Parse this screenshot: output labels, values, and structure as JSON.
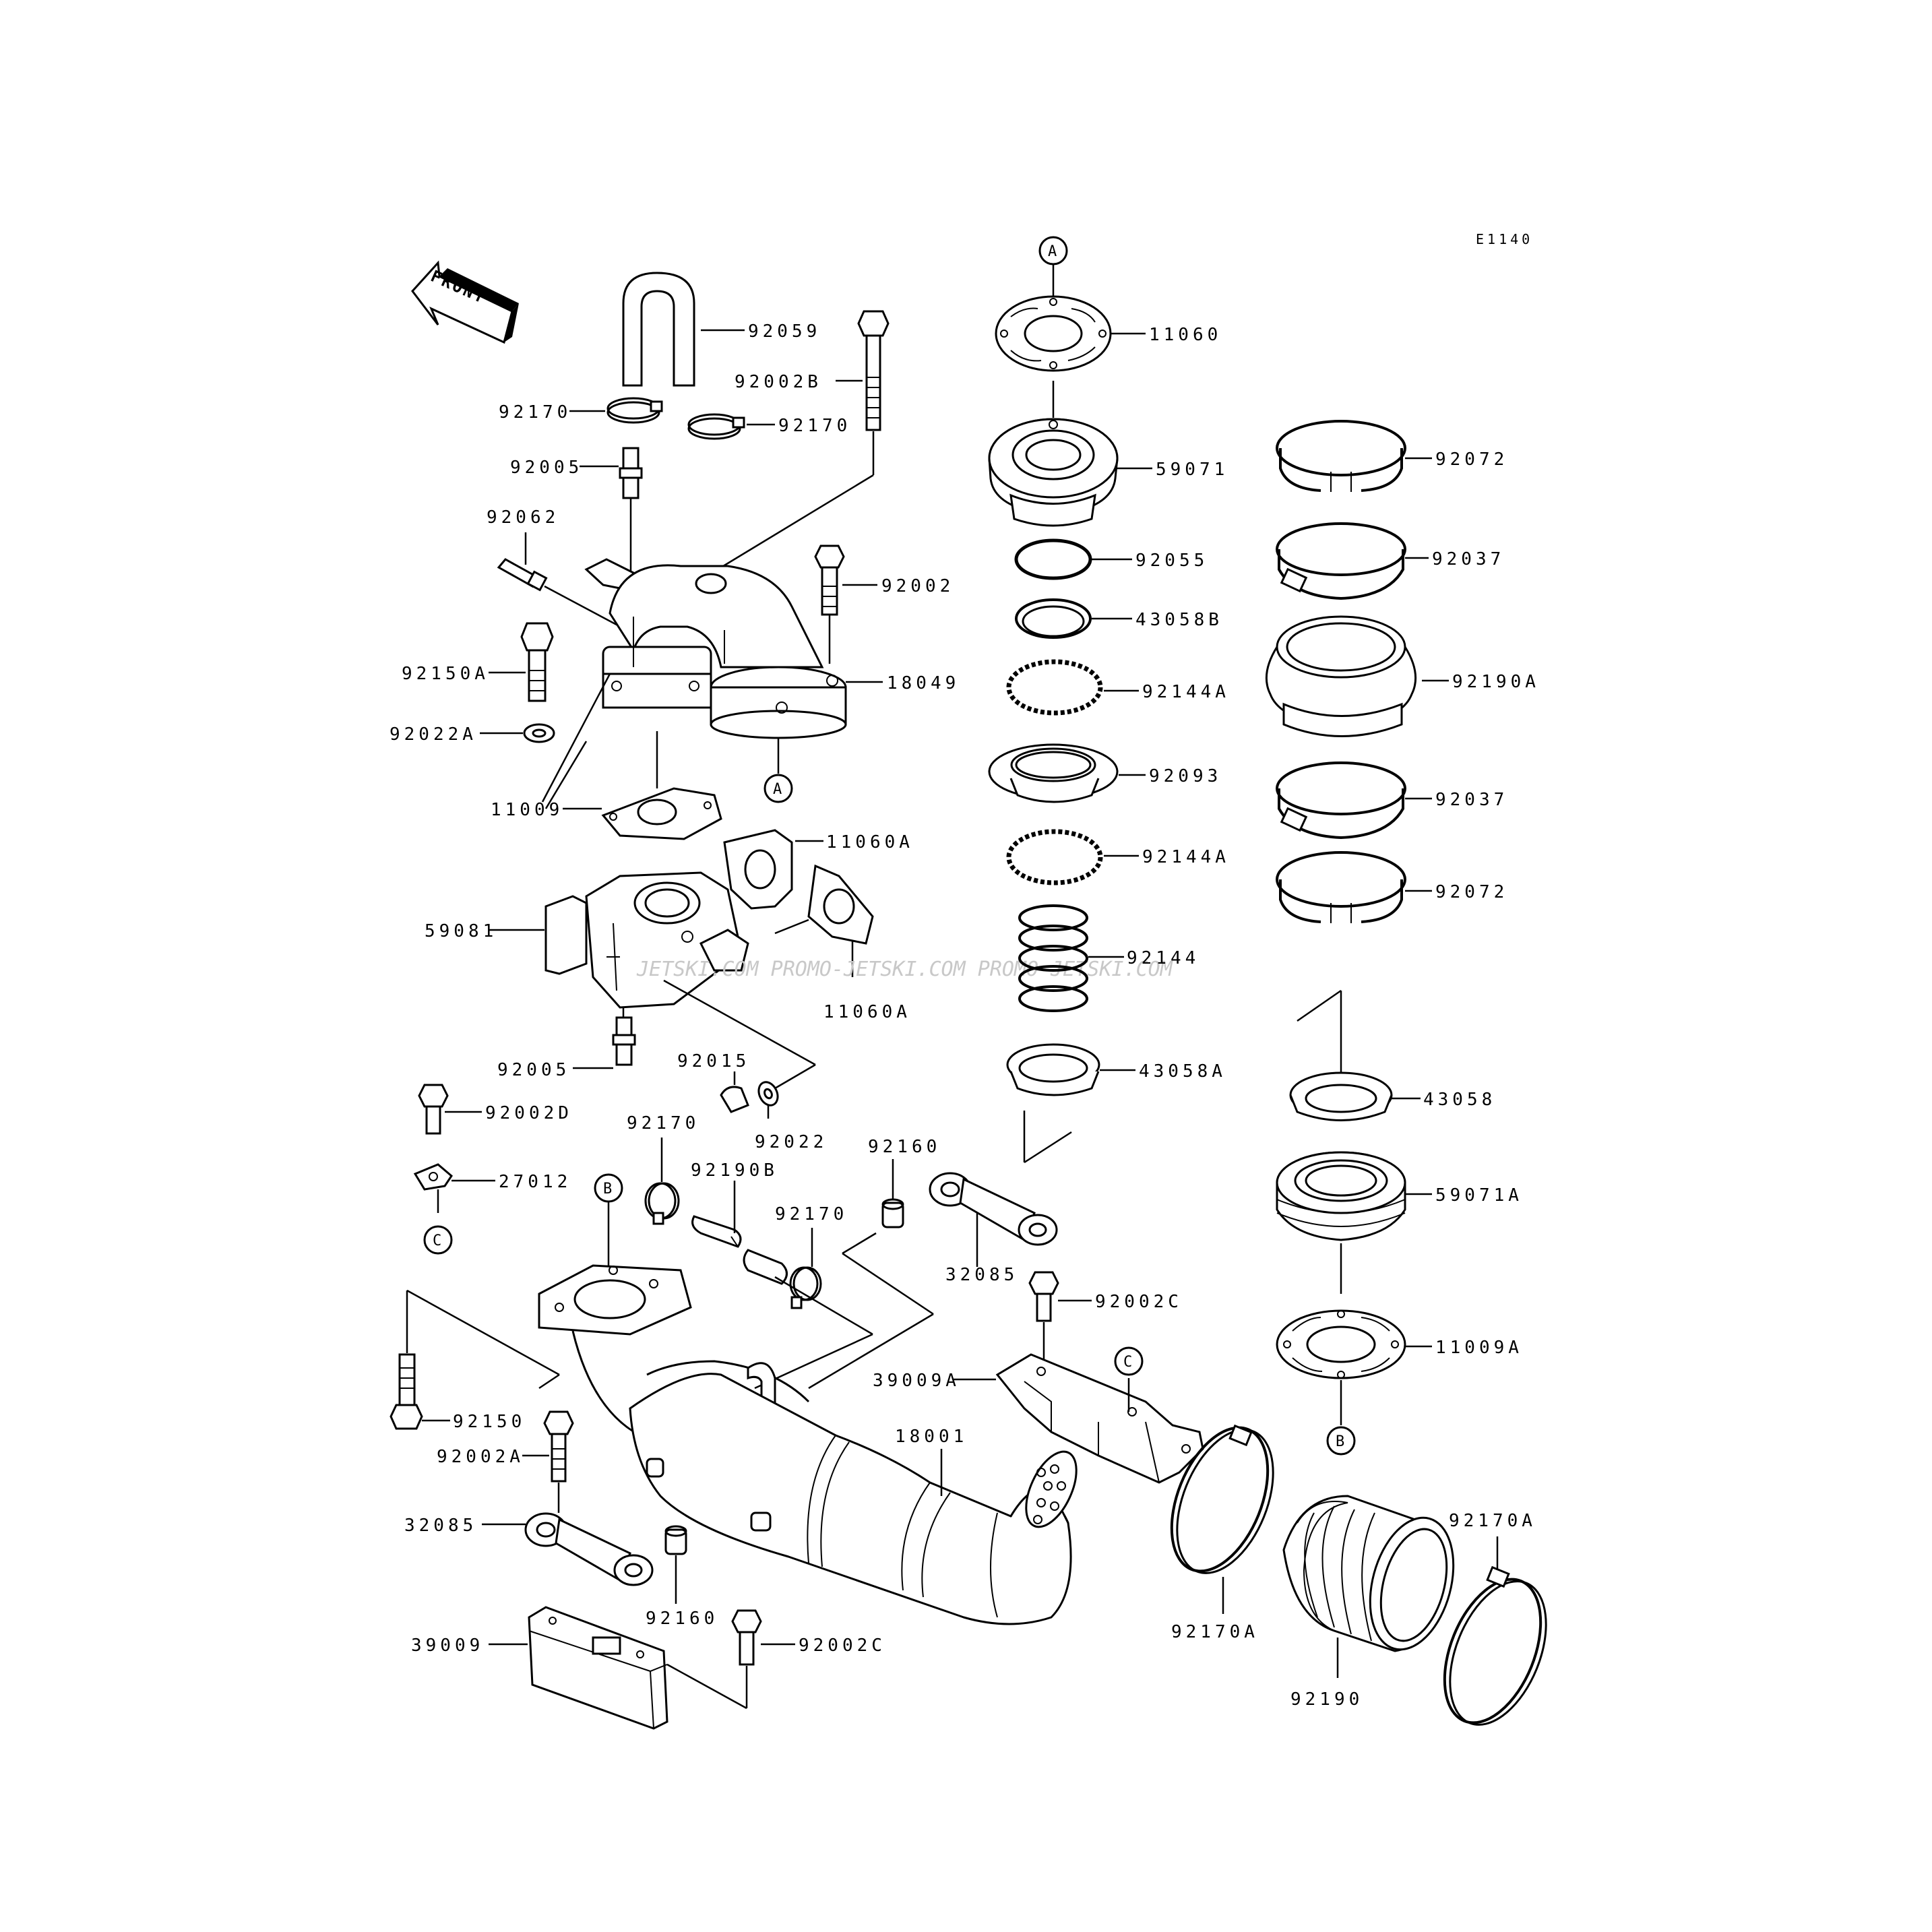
{
  "diagram_code": "E1140",
  "watermark": "JETSKI.COM PROMO-JETSKI.COM PROMO-JETSKI.COM",
  "front_label": "FRONT",
  "refs": {
    "a": "A",
    "b": "B",
    "c": "C"
  },
  "parts": {
    "p92059": "92059",
    "p92002B": "92002B",
    "p92170_l": "92170",
    "p92170_r": "92170",
    "p92005_top": "92005",
    "p92062": "92062",
    "p92002": "92002",
    "p92150A": "92150A",
    "p18049": "18049",
    "p92022A": "92022A",
    "p11009": "11009",
    "p11060A_top": "11060A",
    "p59081": "59081",
    "p11060A_bot": "11060A",
    "p92005_bot": "92005",
    "p92015": "92015",
    "p92022": "92022",
    "p92002D": "92002D",
    "p27012": "27012",
    "p92170_mid": "92170",
    "p92190B": "92190B",
    "p92160_top": "92160",
    "p92170_mid2": "92170",
    "p32085_top": "32085",
    "p92002C_top": "92002C",
    "p92150": "92150",
    "p39009A": "39009A",
    "p18001": "18001",
    "p92002A": "92002A",
    "p32085_bot": "32085",
    "p92160_bot": "92160",
    "p39009": "39009",
    "p92002C_bot": "92002C",
    "p11060": "11060",
    "p59071": "59071",
    "p92055": "92055",
    "p43058B": "43058B",
    "p92144A_top": "92144A",
    "p92093": "92093",
    "p92144A_bot": "92144A",
    "p92144": "92144",
    "p43058A": "43058A",
    "p92072_top": "92072",
    "p92037_top": "92037",
    "p92190A": "92190A",
    "p92037_bot": "92037",
    "p92072_bot": "92072",
    "p43058": "43058",
    "p59071A": "59071A",
    "p11009A": "11009A",
    "p92170A_left": "92170A",
    "p92170A_right": "92170A",
    "p92190": "92190"
  }
}
